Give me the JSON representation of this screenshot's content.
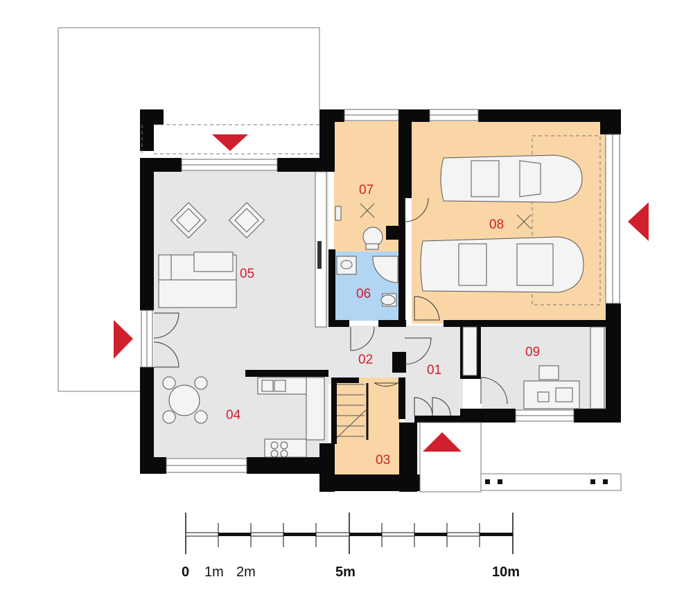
{
  "floor_plan": {
    "rooms": [
      {
        "id": "01",
        "label": "01"
      },
      {
        "id": "02",
        "label": "02"
      },
      {
        "id": "03",
        "label": "03"
      },
      {
        "id": "04",
        "label": "04"
      },
      {
        "id": "05",
        "label": "05"
      },
      {
        "id": "06",
        "label": "06"
      },
      {
        "id": "07",
        "label": "07"
      },
      {
        "id": "08",
        "label": "08"
      },
      {
        "id": "09",
        "label": "09"
      }
    ],
    "entrances": [
      "entry-arrow-top",
      "entry-arrow-left",
      "entry-arrow-right",
      "entry-arrow-bottom"
    ]
  },
  "scale": {
    "labels": {
      "zero": "0",
      "one": "1m",
      "two": "2m",
      "five": "5m",
      "ten": "10m"
    }
  },
  "colors": {
    "wall": "#0a0a0a",
    "living_floor": "#e6e6e6",
    "service_floor": "#fad6a6",
    "bathroom_floor": "#b0d6f3",
    "marker_red": "#d0202e"
  }
}
